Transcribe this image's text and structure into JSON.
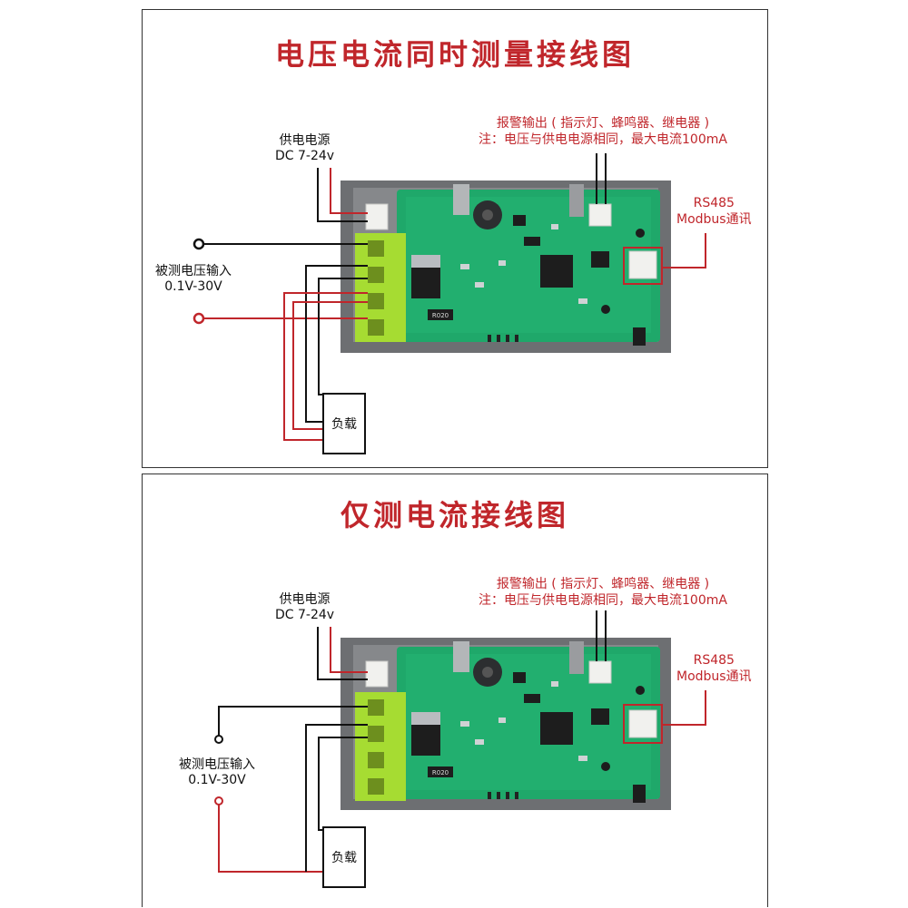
{
  "diagrams": [
    {
      "title": "电压电流同时测量接线图",
      "power_label": "供电电源",
      "power_voltage": "DC 7-24v",
      "alarm_label": "报警输出 ( 指示灯、蜂鸣器、继电器 )",
      "alarm_note": "注：电压与供电电源相同，最大电流100mA",
      "rs485_label": "RS485",
      "modbus_label": "Modbus通讯",
      "voltage_input_label": "被测电压输入",
      "voltage_range": "0.1V-30V",
      "load_label": "负载",
      "pcb_part_label": "R020"
    },
    {
      "title": "仅测电流接线图",
      "power_label": "供电电源",
      "power_voltage": "DC 7-24v",
      "alarm_label": "报警输出 ( 指示灯、蜂鸣器、继电器 )",
      "alarm_note": "注：电压与供电电源相同，最大电流100mA",
      "rs485_label": "RS485",
      "modbus_label": "Modbus通讯",
      "voltage_input_label": "被测电压输入",
      "voltage_range": "0.1V-30V",
      "load_label": "负载",
      "pcb_part_label": "R020"
    }
  ],
  "colors": {
    "title": "#c0262b",
    "red_wire": "#c0262b",
    "black_wire": "#111111",
    "pcb_green": "#1fa86a",
    "enclosure_gray": "#6d6f72",
    "terminal_green": "#a6dc32",
    "connector_white": "#f1f1ee"
  }
}
